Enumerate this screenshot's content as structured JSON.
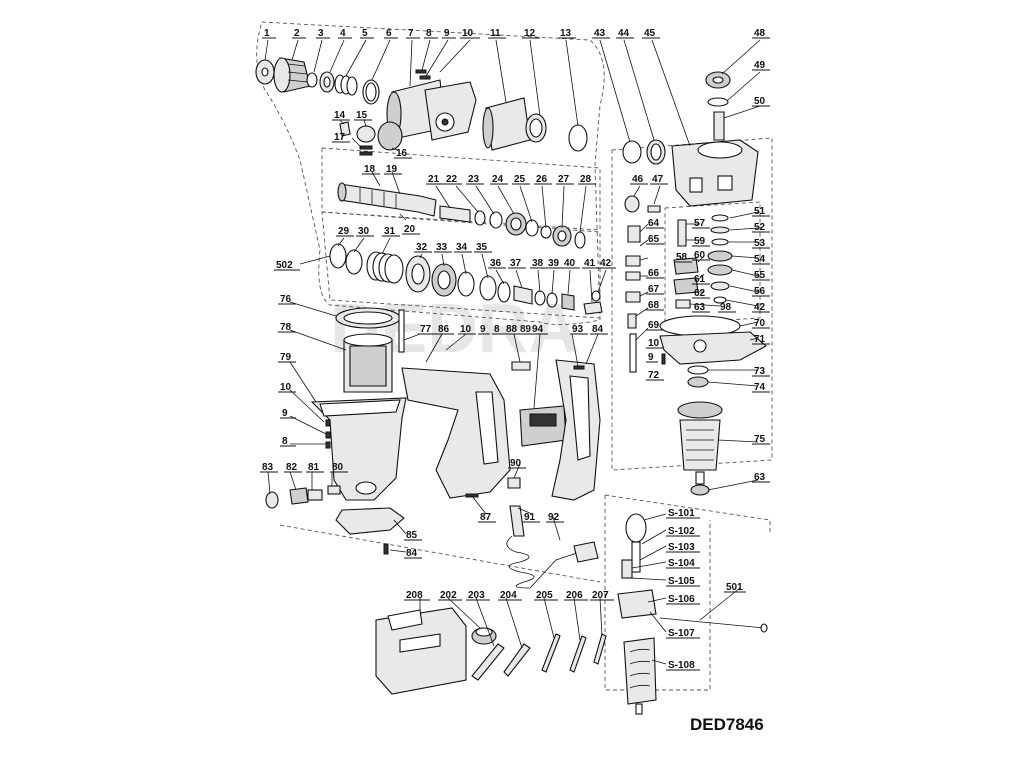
{
  "model": "DED7846",
  "watermark": "DEDRA",
  "labels": [
    "1",
    "2",
    "3",
    "4",
    "5",
    "6",
    "7",
    "8",
    "9",
    "10",
    "11",
    "12",
    "13",
    "14",
    "15",
    "16",
    "17",
    "18",
    "19",
    "20",
    "21",
    "22",
    "23",
    "24",
    "25",
    "26",
    "27",
    "28",
    "29",
    "30",
    "31",
    "32",
    "33",
    "34",
    "35",
    "36",
    "37",
    "38",
    "39",
    "40",
    "41",
    "42",
    "43",
    "44",
    "45",
    "46",
    "47",
    "48",
    "49",
    "50",
    "51",
    "52",
    "53",
    "54",
    "55",
    "56",
    "57",
    "58",
    "59",
    "60",
    "61",
    "62",
    "63",
    "64",
    "65",
    "66",
    "67",
    "68",
    "69",
    "70",
    "71",
    "72",
    "73",
    "74",
    "75",
    "76",
    "77",
    "78",
    "79",
    "80",
    "81",
    "82",
    "83",
    "84",
    "85",
    "86",
    "87",
    "88",
    "89",
    "90",
    "91",
    "92",
    "93",
    "94",
    "98",
    "502",
    "501",
    "202",
    "203",
    "204",
    "205",
    "206",
    "207",
    "208",
    "S-101",
    "S-102",
    "S-103",
    "S-104",
    "S-105",
    "S-106",
    "S-107",
    "S-108",
    "10",
    "9",
    "8",
    "10",
    "9",
    "8",
    "84",
    "63",
    "42",
    "10",
    "9"
  ],
  "colors": {
    "ink": "#111111",
    "part_fill": "#e9e9e9",
    "part_shade": "#cfcfcf",
    "background": "#ffffff"
  }
}
